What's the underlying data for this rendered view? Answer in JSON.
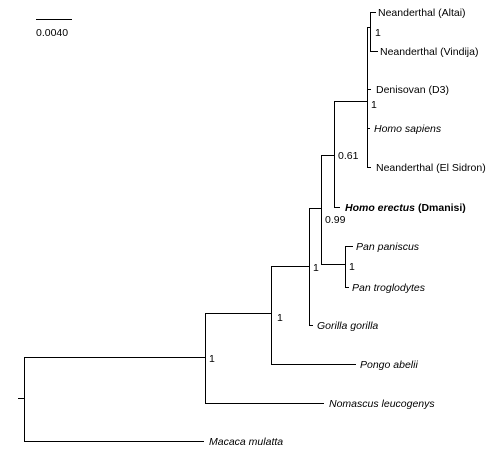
{
  "scale_bar": {
    "label": "0.0040"
  },
  "tips": [
    {
      "id": "neanderthal-altai",
      "label": "Neanderthal (Altai)"
    },
    {
      "id": "neanderthal-vindija",
      "label": "Neanderthal (Vindija)"
    },
    {
      "id": "denisovan",
      "label": "Denisovan (D3)"
    },
    {
      "id": "homo-sapiens",
      "label": "Homo sapiens"
    },
    {
      "id": "neanderthal-el-sidron",
      "label": "Neanderthal (El Sidron)"
    },
    {
      "id": "homo-erectus",
      "label": "Homo erectus",
      "label_suffix": " (Dmanisi)"
    },
    {
      "id": "pan-paniscus",
      "label": "Pan paniscus"
    },
    {
      "id": "pan-troglodytes",
      "label": "Pan troglodytes"
    },
    {
      "id": "gorilla-gorilla",
      "label": "Gorilla gorilla"
    },
    {
      "id": "pongo-abelii",
      "label": "Pongo abelii"
    },
    {
      "id": "nomascus-leucogenys",
      "label": "Nomascus leucogenys"
    },
    {
      "id": "macaca-mulatta",
      "label": "Macaca mulatta"
    }
  ],
  "support_values": [
    {
      "id": "neanderthal-altai-vindija",
      "value": "1"
    },
    {
      "id": "archaic-human",
      "value": "1"
    },
    {
      "id": "homo",
      "value": "0.61"
    },
    {
      "id": "homo-pan",
      "value": "0.99"
    },
    {
      "id": "pan",
      "value": "1"
    },
    {
      "id": "homininae",
      "value": "1"
    },
    {
      "id": "hominidae",
      "value": "1"
    },
    {
      "id": "hominoidea",
      "value": "1"
    }
  ]
}
